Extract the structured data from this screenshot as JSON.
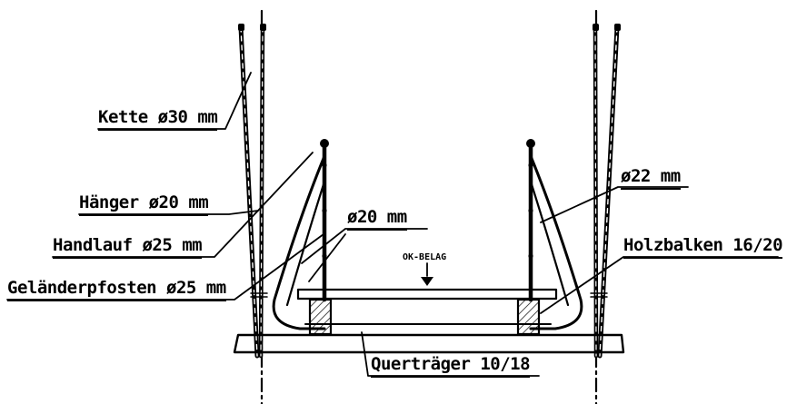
{
  "labels": {
    "chain": "Kette ø30 mm",
    "hanger": "Hänger ø20 mm",
    "handrail": "Handlauf ø25 mm",
    "post": "Geländerpfosten ø25 mm",
    "rod20": "ø20 mm",
    "rod22": "ø22 mm",
    "deck_level": "OK-BELAG",
    "timber_beam": "Holzbalken 16/20",
    "cross_beam": "Querträger 10/18"
  },
  "colors": {
    "line": "#000000",
    "background": "#ffffff"
  }
}
